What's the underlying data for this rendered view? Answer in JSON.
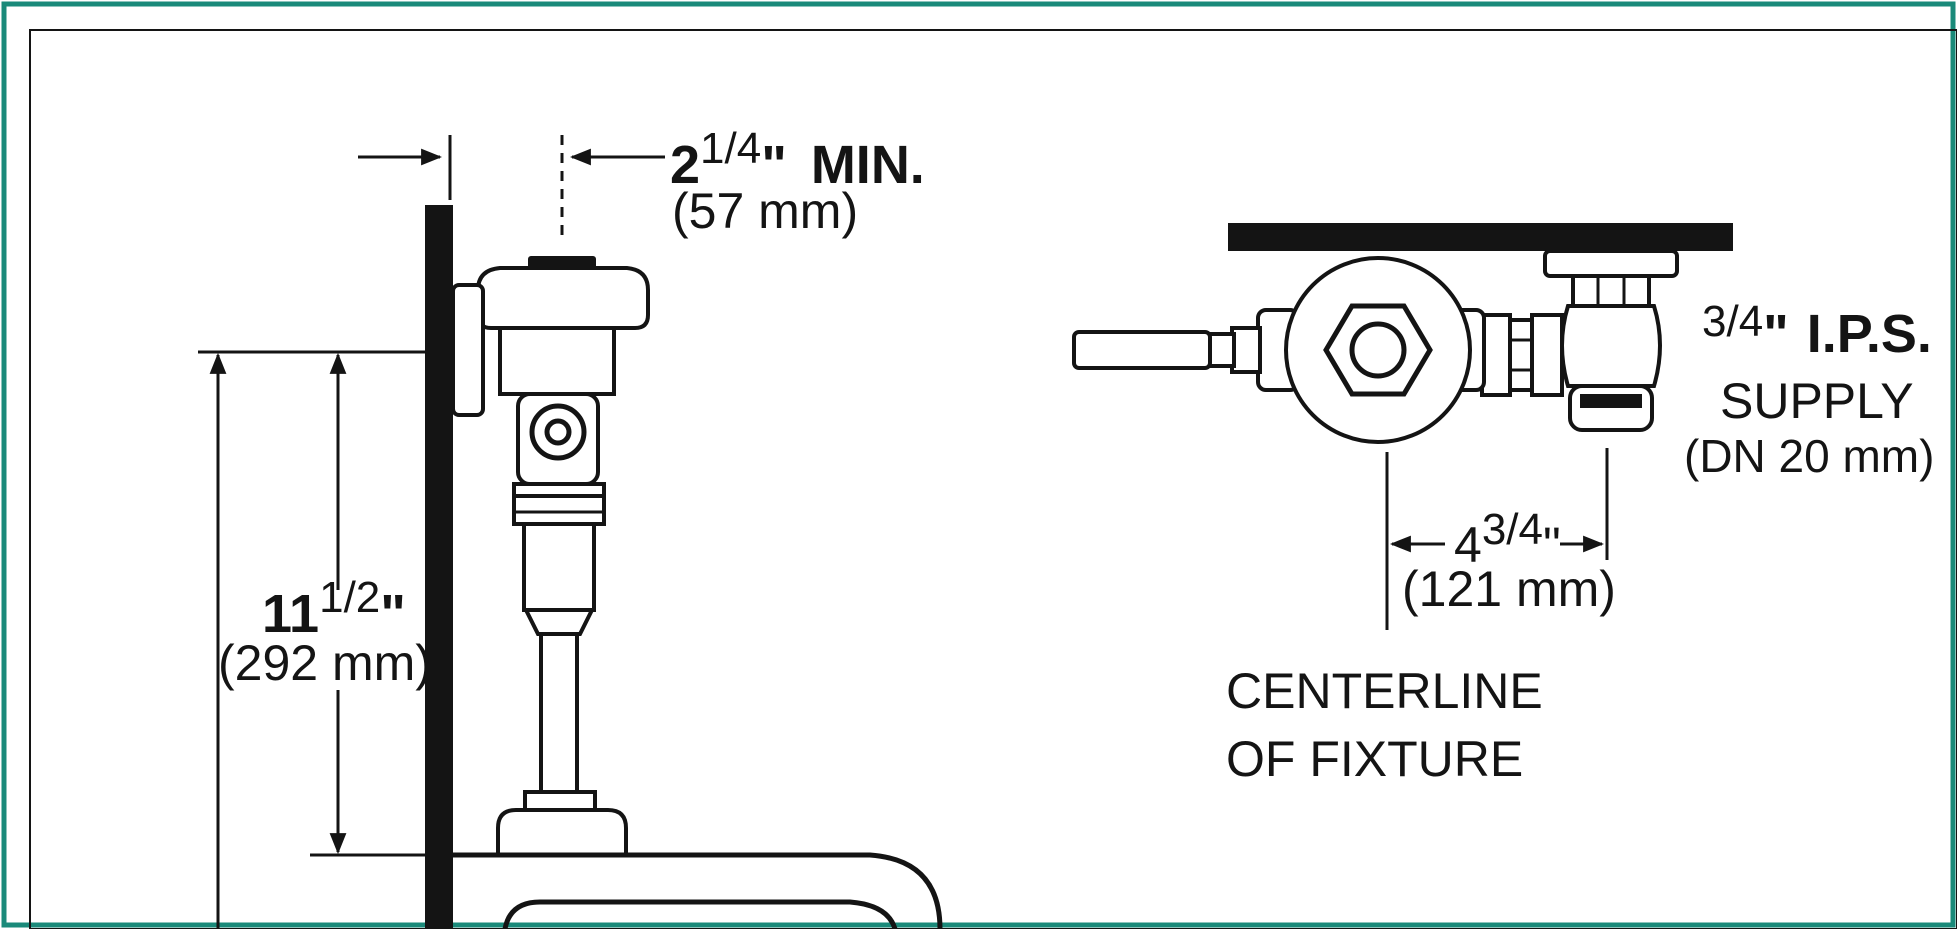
{
  "colors": {
    "frame_border": "#1a8a7a",
    "ink": "#141414",
    "background": "#ffffff"
  },
  "side_view": {
    "min_clearance": {
      "whole": "2",
      "fraction": "1/4",
      "unit_suffix": "\"",
      "qualifier": "MIN.",
      "metric": "(57  mm)"
    },
    "height": {
      "whole": "11",
      "fraction": "1/2",
      "unit_suffix": "\"",
      "metric": "(292  mm)"
    }
  },
  "top_view": {
    "offset": {
      "whole": "4",
      "fraction": "3/4",
      "unit_suffix": "\"",
      "metric": "(121  mm)"
    },
    "supply": {
      "size_fraction": "3/4",
      "size_suffix": "\"",
      "type": "I.P.S.",
      "line2": "SUPPLY",
      "line3": "(DN  20  mm)"
    },
    "centerline": {
      "line1": "CENTERLINE",
      "line2": "OF  FIXTURE"
    }
  }
}
